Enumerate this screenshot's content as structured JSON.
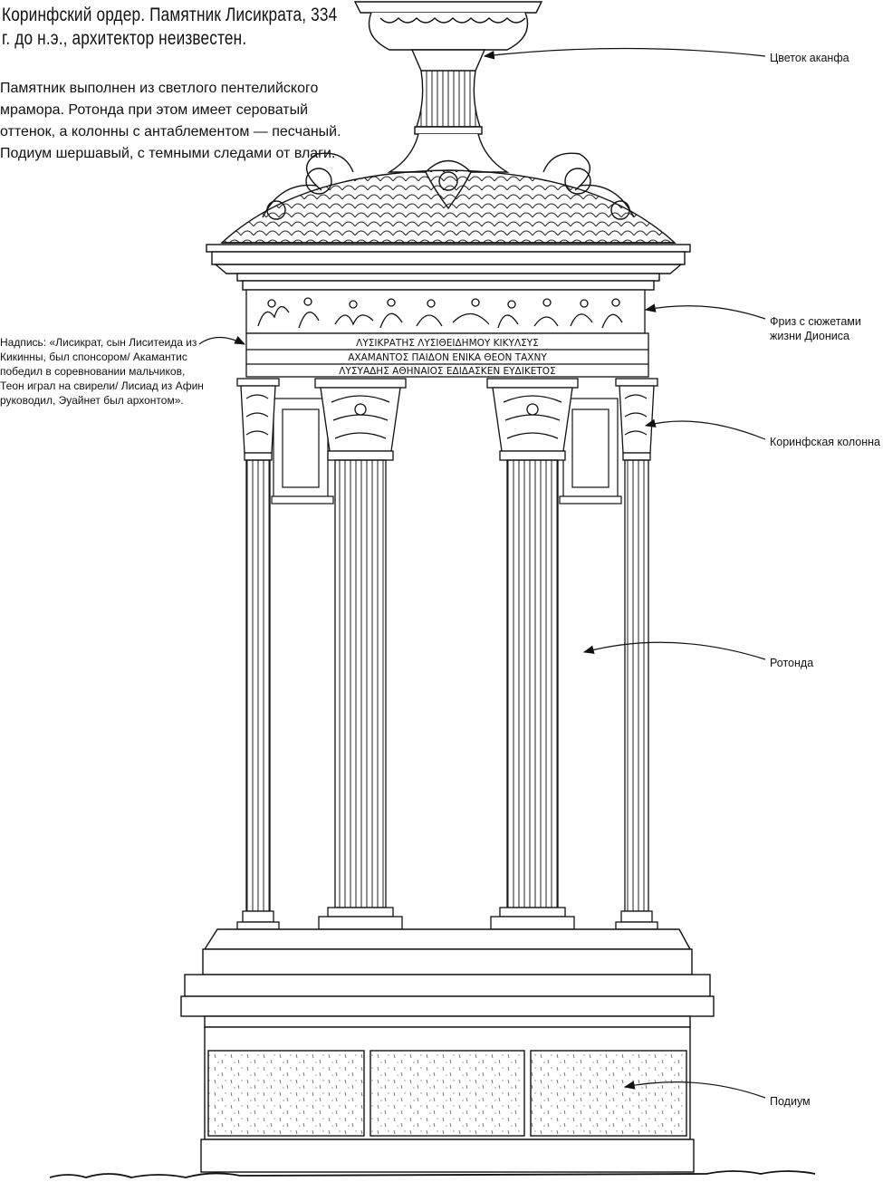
{
  "title": "Коринфский ордер. Памятник Лисикрата, 334 г. до н.э., архитектор неизвестен.",
  "description": "Памятник выполнен из светлого пентелийского мрамора. Ротонда при этом имеет сероватый оттенок, а колонны с антаблементом — песчаный. Подиум шершавый, с темными следами от влаги.",
  "labels": {
    "acanthus": "Цветок аканфа",
    "frieze_line1": "Фриз с сюжетами",
    "frieze_line2": "жизни Диониса",
    "column": "Коринфская колонна",
    "rotunda": "Ротонда",
    "podium": "Подиум",
    "inscription": "Надпись: «Лисикрат, сын Лиситеида из Кикинны, был спонсором/ Акамантис победил в соревновании мальчиков, Теон играл на свирели/ Лисиад из Афин руководил, Эуайнет был архонтом»."
  },
  "inscription_lines": [
    "ΛΥΣΙΚΡΑΤΗΣ   ΛΥΣΙΘΕΙΔΗΜΟΥ   ΚΙΚΥΛΣΥΣ",
    "ΑΧΑΜΑΝΤΟΣ  ΠΑΙΔΟΝ  ΕΝΙΚΑ  ΘΕΟΝ  ΤΑΧΝΥ",
    "ΛΥΣΥΑΔΗΣ  ΑΘΗΝΑΙΟΣ  ΕΔΙΔΑΣΚΕΝ  ΕΥΔΙΚΕΤΟΣ"
  ]
}
